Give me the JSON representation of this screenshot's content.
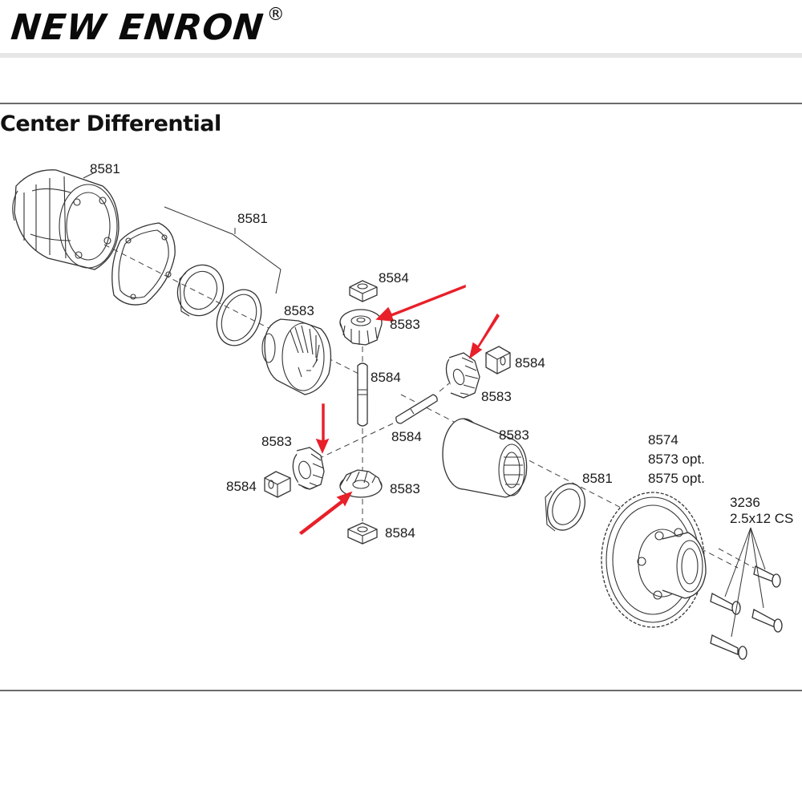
{
  "brand": {
    "name": "NEW ENRON",
    "mark": "®"
  },
  "title": "Center Differential",
  "labels": {
    "housing": "8581",
    "gasket_group": "8581",
    "top_pin_cap": "8584",
    "top_gear": "8583",
    "left_side_gear": "8583",
    "vertical_shaft": "8584",
    "right_cap": "8584",
    "right_gear": "8583",
    "cross_shaft": "8584",
    "left_gear": "8583",
    "left_cap": "8584",
    "bottom_gear": "8583",
    "bottom_cap": "8584",
    "right_side_gear": "8583",
    "oring": "8581",
    "spur_gear_1": "8574",
    "spur_gear_2": "8573 opt.",
    "spur_gear_3": "8575 opt.",
    "screw_code": "3236",
    "screw_spec": "2.5x12 CS"
  },
  "colors": {
    "arrow": "#e8202a",
    "line": "#333333"
  }
}
